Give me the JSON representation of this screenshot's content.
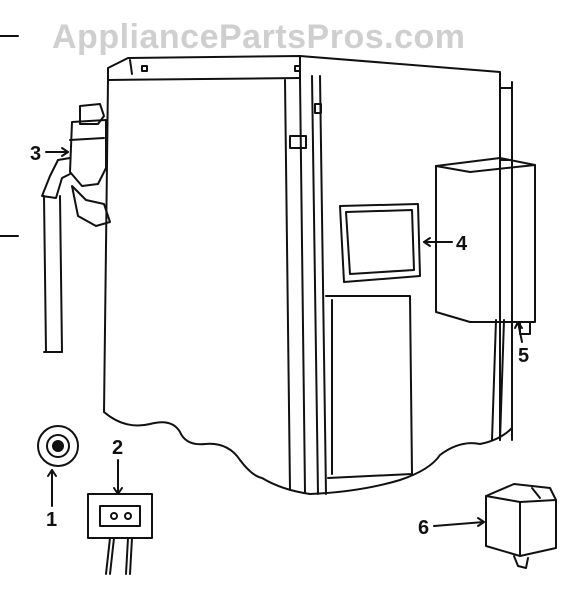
{
  "watermark": "AppliancePartsPros.com",
  "callouts": {
    "c1": "1",
    "c2": "2",
    "c3": "3",
    "c4": "4",
    "c5": "5",
    "c6": "6"
  },
  "colors": {
    "ink": "#111111",
    "watermark": "#cfcfcf",
    "background": "#ffffff"
  }
}
